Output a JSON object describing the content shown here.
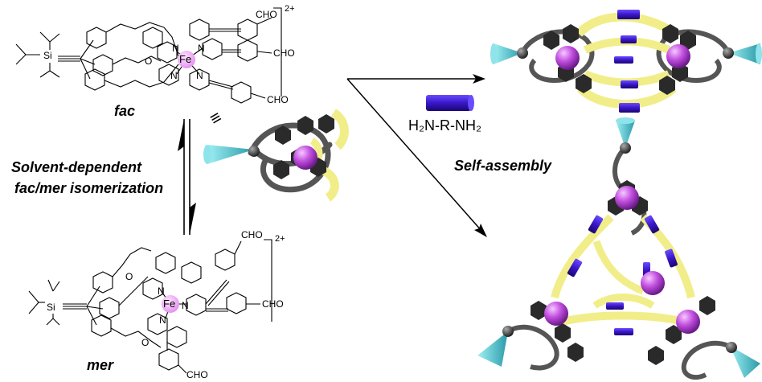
{
  "labels": {
    "fac": "fac",
    "mer": "mer",
    "isomerization_line1": "Solvent-dependent",
    "isomerization_line2": "fac/mer isomerization",
    "self_assembly": "Self-assembly",
    "diamine": "H₂N-R-NH₂",
    "equiv": "≡"
  },
  "molecule": {
    "charge": "2+",
    "metal": "Fe",
    "silyl": "Si",
    "aldehyde": "CHO",
    "nitrogen": "N",
    "oxygen": "O"
  },
  "colors": {
    "metal": "#c24fe0",
    "ribbon": "#f1ee8a",
    "linker": "#3a16c8",
    "cone": "#5fd0d8",
    "frame": "#555555",
    "ring": "#2a2a2a"
  }
}
